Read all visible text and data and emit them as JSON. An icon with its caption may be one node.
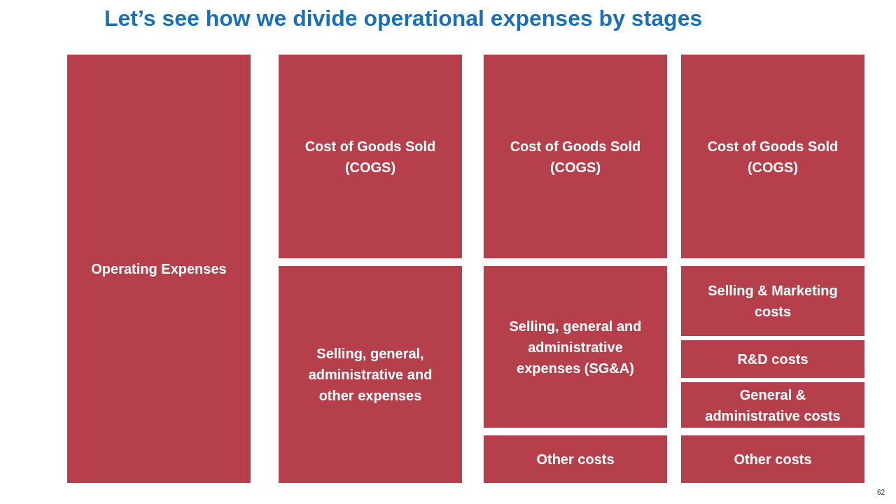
{
  "diagram": {
    "title": "Let’s see how we divide operational expenses by stages",
    "nodes": [
      {
        "text": [
          "Operating Expenses"
        ]
      },
      {
        "text": [
          "Cost of Goods Sold (COGS)"
        ]
      },
      {
        "text": [
          "Selling, general, administrative and other expenses"
        ]
      },
      {
        "text": [
          "Cost of Goods Sold (COGS)"
        ]
      },
      {
        "text": [
          "Selling, general and administrative expenses (SG&A)"
        ]
      },
      {
        "text": [
          "Other costs"
        ]
      },
      {
        "text": [
          "Cost of Goods Sold (COGS)"
        ]
      },
      {
        "text": [
          "Selling & Marketing costs"
        ]
      },
      {
        "text": [
          "R&D costs"
        ]
      },
      {
        "text": [
          "General & administrative costs"
        ]
      },
      {
        "text": [
          "Other costs"
        ]
      }
    ],
    "labels": [
      "62"
    ]
  }
}
